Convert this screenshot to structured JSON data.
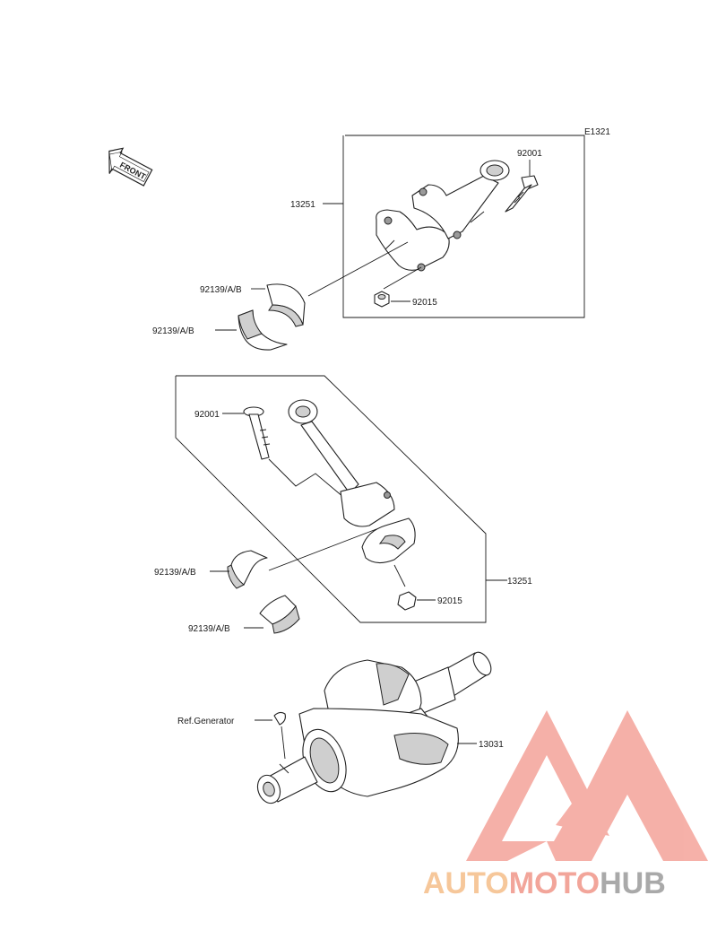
{
  "diagram_code": "E1321",
  "front_label": "FRONT",
  "labels": {
    "rod_top": "13251",
    "bolt_top": "92001",
    "nut_top": "92015",
    "bearing_top_1": "92139/A/B",
    "bearing_top_2": "92139/A/B",
    "bolt_mid": "92001",
    "rod_mid": "13251",
    "nut_mid": "92015",
    "bearing_mid_1": "92139/A/B",
    "bearing_mid_2": "92139/A/B",
    "key_ref": "Ref.Generator",
    "crankshaft": "13031"
  },
  "watermark": {
    "part1": "AUTO",
    "part2": "MOTO",
    "part3": "HUB",
    "color1": "#f6c79a",
    "color2": "#f2a59a",
    "color3": "#a9a9a9",
    "logo_color": "#f28a80"
  }
}
